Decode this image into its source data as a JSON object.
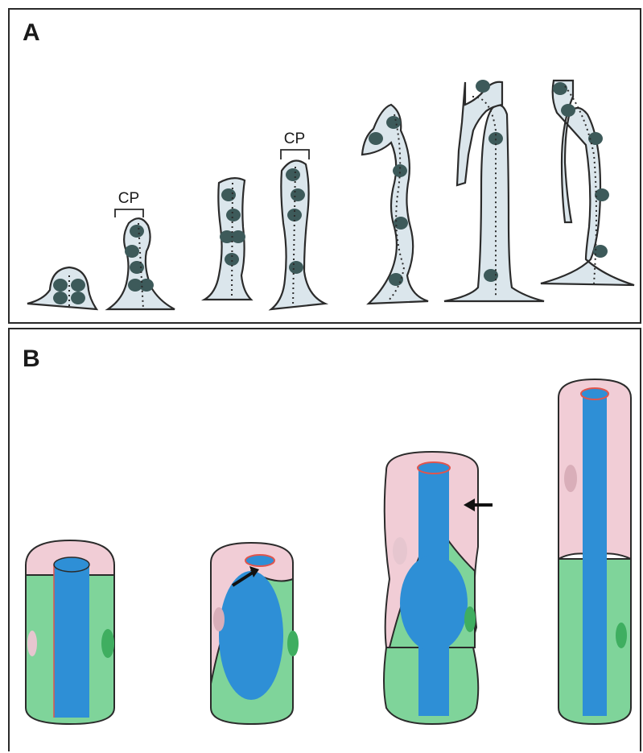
{
  "panel_a": {
    "letter": "A",
    "cp_labels": [
      "CP",
      "CP"
    ]
  },
  "panel_b": {
    "letter": "B"
  },
  "colors": {
    "outline": "#2b2b2b",
    "cell_fill": "#dbe6ec",
    "nucleus": "#3d5a5a",
    "green_tissue": "#7fd49a",
    "pink_tissue": "#f1cdd6",
    "blue_lumen": "#2e8fd6",
    "red_line": "#e0554d",
    "arrow": "#111111"
  }
}
